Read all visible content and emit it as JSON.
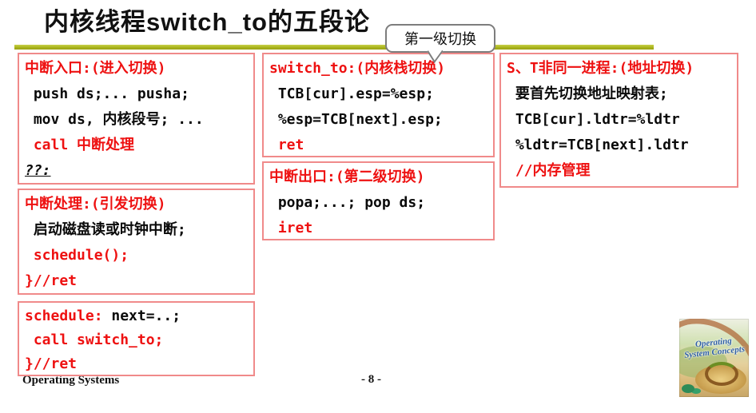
{
  "slide": {
    "title": "内核线程switch_to的五段论",
    "callout_label": "第一级切换"
  },
  "colors": {
    "accent_red": "#ee1111",
    "box_border_salmon": "#f08a8a",
    "title_rule_olive": "#aab41e",
    "callout_border_gray": "#7d7d7d",
    "book_title_blue": "#2f5fa5"
  },
  "boxes": {
    "interrupt_entry": {
      "header": "中断入口:(进入切换)",
      "line1": " push ds;... pusha;",
      "line2": " mov ds, 内核段号; ...",
      "line3": " call 中断处理",
      "line4": "??:"
    },
    "interrupt_handler": {
      "header": "中断处理:(引发切换)",
      "line1": " 启动磁盘读或时钟中断;",
      "line2": " schedule();",
      "line3": "}//ret"
    },
    "schedule": {
      "line1_label": "schedule:",
      "line1_rest": " next=..;",
      "line2": " call switch_to;",
      "line3": "}//ret"
    },
    "switch_to": {
      "header": "switch_to:(内核栈切换)",
      "line1": " TCB[cur].esp=%esp;",
      "line2": " %esp=TCB[next].esp;",
      "line3": " ret"
    },
    "interrupt_exit": {
      "header": "中断出口:(第二级切换)",
      "line1": " popa;...; pop ds;",
      "line2": " iret"
    },
    "address_switch": {
      "header": "S、T非同一进程:(地址切换)",
      "line1": " 要首先切换地址映射表;",
      "line2": " TCB[cur].ldtr=%ldtr",
      "line3": " %ldtr=TCB[next].ldtr",
      "line4": " //内存管理"
    }
  },
  "footer": {
    "course": "Operating Systems",
    "page": "- 8 -"
  },
  "book_cover": {
    "title": "Operating System Concepts"
  }
}
